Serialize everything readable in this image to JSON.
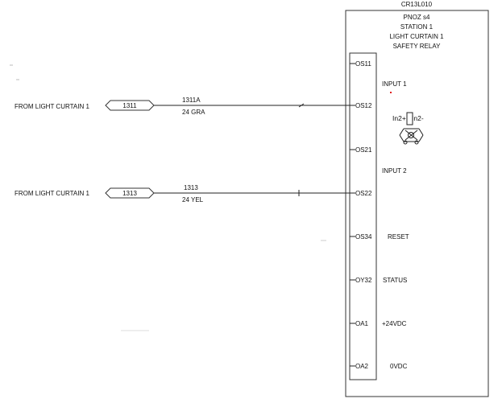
{
  "device": {
    "tag": "CR13L010",
    "model": "PNOZ s4",
    "station": "STATION 1",
    "curtain": "LIGHT CURTAIN 1",
    "function": "SAFETY RELAY"
  },
  "terminals": [
    {
      "label": "OS11",
      "desc": ""
    },
    {
      "label": "OS12",
      "desc": "INPUT 1"
    },
    {
      "label": "OS21",
      "desc": ""
    },
    {
      "label": "OS22",
      "desc": "INPUT 2"
    },
    {
      "label": "OS34",
      "desc": "RESET"
    },
    {
      "label": "OY32",
      "desc": "STATUS"
    },
    {
      "label": "OA1",
      "desc": "+24VDC"
    },
    {
      "label": "OA2",
      "desc": "0VDC"
    }
  ],
  "symbol": {
    "left_label": "In2+",
    "right_label": "In2-"
  },
  "wires": [
    {
      "source": "FROM LIGHT CURTAIN 1",
      "ref": "1311",
      "wire_number": "1311A",
      "wire_spec": "24 GRA",
      "to": "OS12"
    },
    {
      "source": "FROM LIGHT CURTAIN 1",
      "ref": "1313",
      "wire_number": "1313",
      "wire_spec": "24 YEL",
      "to": "OS22"
    }
  ],
  "colors": {
    "line": "#222222",
    "marker": "#e02020"
  }
}
